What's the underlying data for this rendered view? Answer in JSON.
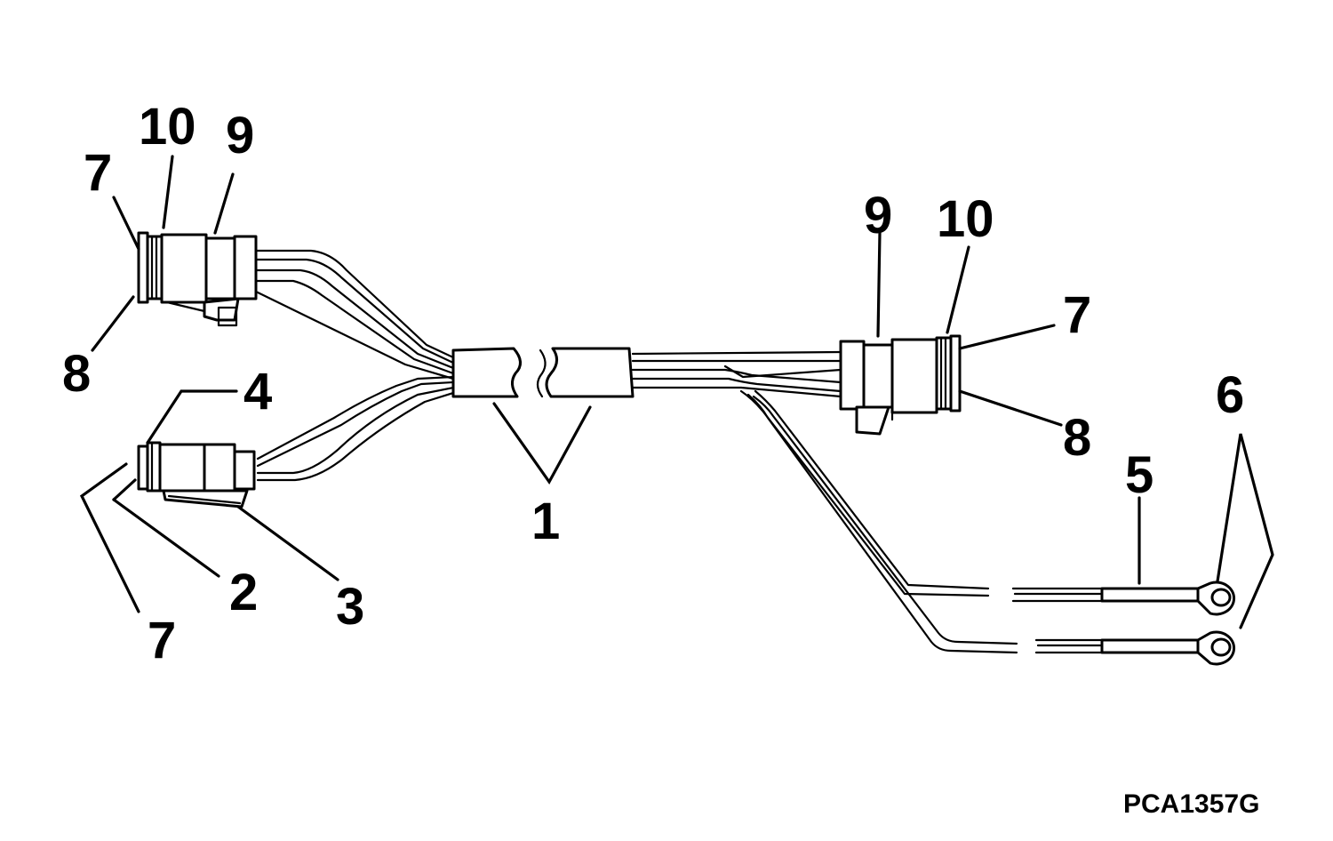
{
  "diagram": {
    "callouts": [
      {
        "id": "c10-left",
        "text": "10"
      },
      {
        "id": "c9-left",
        "text": "9"
      },
      {
        "id": "c7-left-top",
        "text": "7"
      },
      {
        "id": "c8-left",
        "text": "8"
      },
      {
        "id": "c4",
        "text": "4"
      },
      {
        "id": "c2",
        "text": "2"
      },
      {
        "id": "c3",
        "text": "3"
      },
      {
        "id": "c7-left-bottom",
        "text": "7"
      },
      {
        "id": "c1",
        "text": "1"
      },
      {
        "id": "c9-right",
        "text": "9"
      },
      {
        "id": "c10-right",
        "text": "10"
      },
      {
        "id": "c7-right",
        "text": "7"
      },
      {
        "id": "c8-right",
        "text": "8"
      },
      {
        "id": "c5",
        "text": "5"
      },
      {
        "id": "c6",
        "text": "6"
      }
    ],
    "figure_id": "PCA1357G"
  }
}
